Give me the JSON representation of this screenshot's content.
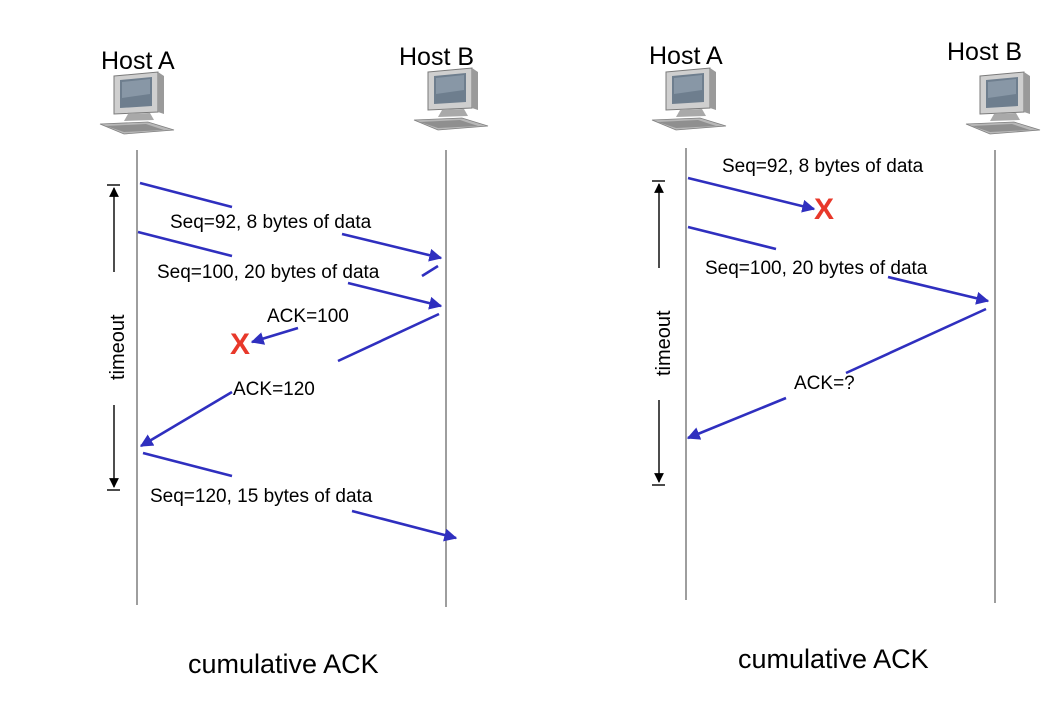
{
  "colors": {
    "arrow": "#2f2fbf",
    "lost_marker": "#e8382a",
    "timeline": "#7f7f7f"
  },
  "left_panel": {
    "host_a": "Host A",
    "host_b": "Host B",
    "timeout": "timeout",
    "caption": "cumulative ACK",
    "lost_marker": "X",
    "messages": {
      "seq92": "Seq=92, 8 bytes of data",
      "seq100": "Seq=100, 20 bytes of data",
      "ack100": "ACK=100",
      "ack120": "ACK=120",
      "seq120": "Seq=120,  15 bytes of data"
    }
  },
  "right_panel": {
    "host_a": "Host A",
    "host_b": "Host B",
    "timeout": "timeout",
    "caption": "cumulative ACK",
    "lost_marker": "X",
    "messages": {
      "seq92": "Seq=92, 8 bytes of data",
      "seq100": "Seq=100, 20 bytes of data",
      "ack_q": "ACK=?"
    }
  },
  "icons": [
    "computer-icon",
    "computer-icon",
    "computer-icon",
    "computer-icon"
  ]
}
